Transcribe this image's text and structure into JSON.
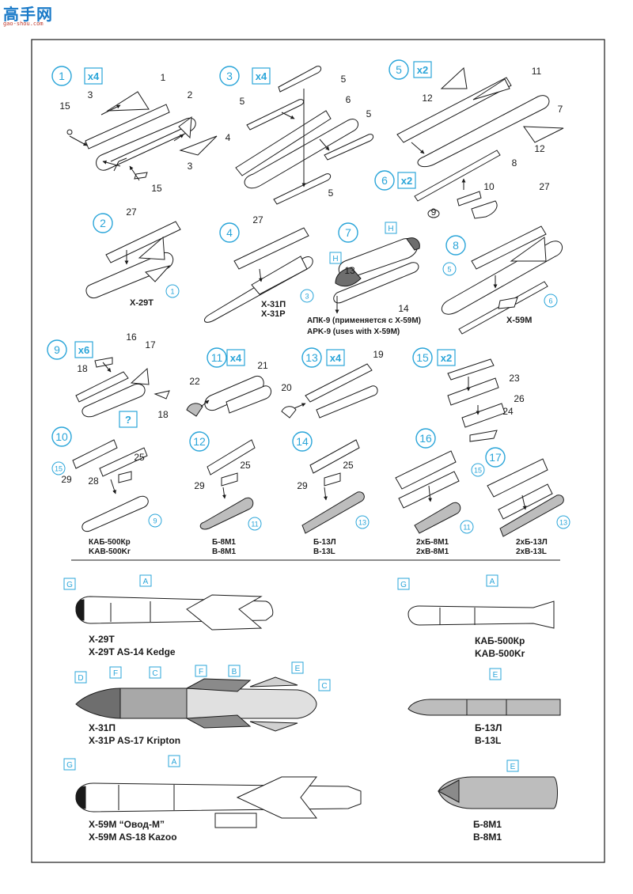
{
  "watermark": {
    "brand": "高手网",
    "url": "gao-shou.com"
  },
  "colors": {
    "cyan": "#2aa5d9",
    "line": "#1a1a1a",
    "shade": "#bdbdbd",
    "dark": "#6e6e6e"
  },
  "steps": [
    {
      "num": "1",
      "mult": "x4"
    },
    {
      "num": "2"
    },
    {
      "num": "3",
      "mult": "x4"
    },
    {
      "num": "4"
    },
    {
      "num": "5",
      "mult": "x2"
    },
    {
      "num": "6",
      "mult": "x2"
    },
    {
      "num": "7"
    },
    {
      "num": "8"
    },
    {
      "num": "9",
      "mult": "x6"
    },
    {
      "num": "10",
      "mult": "?"
    },
    {
      "num": "11",
      "mult": "x4"
    },
    {
      "num": "12"
    },
    {
      "num": "13",
      "mult": "x4"
    },
    {
      "num": "14"
    },
    {
      "num": "15",
      "mult": "x2"
    },
    {
      "num": "16"
    },
    {
      "num": "17"
    }
  ],
  "parts": [
    "1",
    "2",
    "3",
    "3",
    "15",
    "15",
    "5",
    "5",
    "6",
    "5",
    "4",
    "5",
    "11",
    "7",
    "12",
    "12",
    "8",
    "10",
    "9",
    "27",
    "27",
    "13",
    "14",
    "27",
    "16",
    "17",
    "18",
    "18",
    "21",
    "22",
    "19",
    "20",
    "23",
    "26",
    "24",
    "29",
    "28",
    "25",
    "29",
    "25",
    "29",
    "25"
  ],
  "refs": [
    "1",
    "3",
    "5",
    "6",
    "15",
    "11",
    "13",
    "9",
    "11",
    "15",
    "13"
  ],
  "colorTags": [
    "H",
    "H",
    "G",
    "A",
    "G",
    "A",
    "D",
    "F",
    "C",
    "F",
    "B",
    "E",
    "C",
    "E",
    "G",
    "A",
    "E"
  ],
  "names": {
    "x29t": "Х-29Т",
    "x31": [
      "Х-31П",
      "Х-31Р"
    ],
    "apk9": [
      "АПК-9  (применяется с Х-59М)",
      "APK-9  (uses with X-59M)"
    ],
    "x59m": "Х-59М",
    "kab500": [
      "КАБ-500Кр",
      "KAB-500Kr"
    ],
    "b8m1": [
      "Б-8М1",
      "B-8M1"
    ],
    "b13l": [
      "Б-13Л",
      "B-13L"
    ],
    "b8m1x2": [
      "2хБ-8М1",
      "2xB-8M1"
    ],
    "b13lx2": [
      "2хБ-13Л",
      "2xB-13L"
    ]
  },
  "profiles": {
    "x29t": [
      "Х-29Т",
      "X-29T    AS-14 Kedge"
    ],
    "kab500": [
      "КАБ-500Кр",
      "KAB-500Kr"
    ],
    "x31": [
      "Х-31П",
      "X-31P    AS-17 Kripton"
    ],
    "b13l": [
      "Б-13Л",
      "B-13L"
    ],
    "x59m": [
      "Х-59М   “Овод-М”",
      "X-59M    AS-18 Kazoo"
    ],
    "b8m1": [
      "Б-8М1",
      "B-8M1"
    ]
  }
}
